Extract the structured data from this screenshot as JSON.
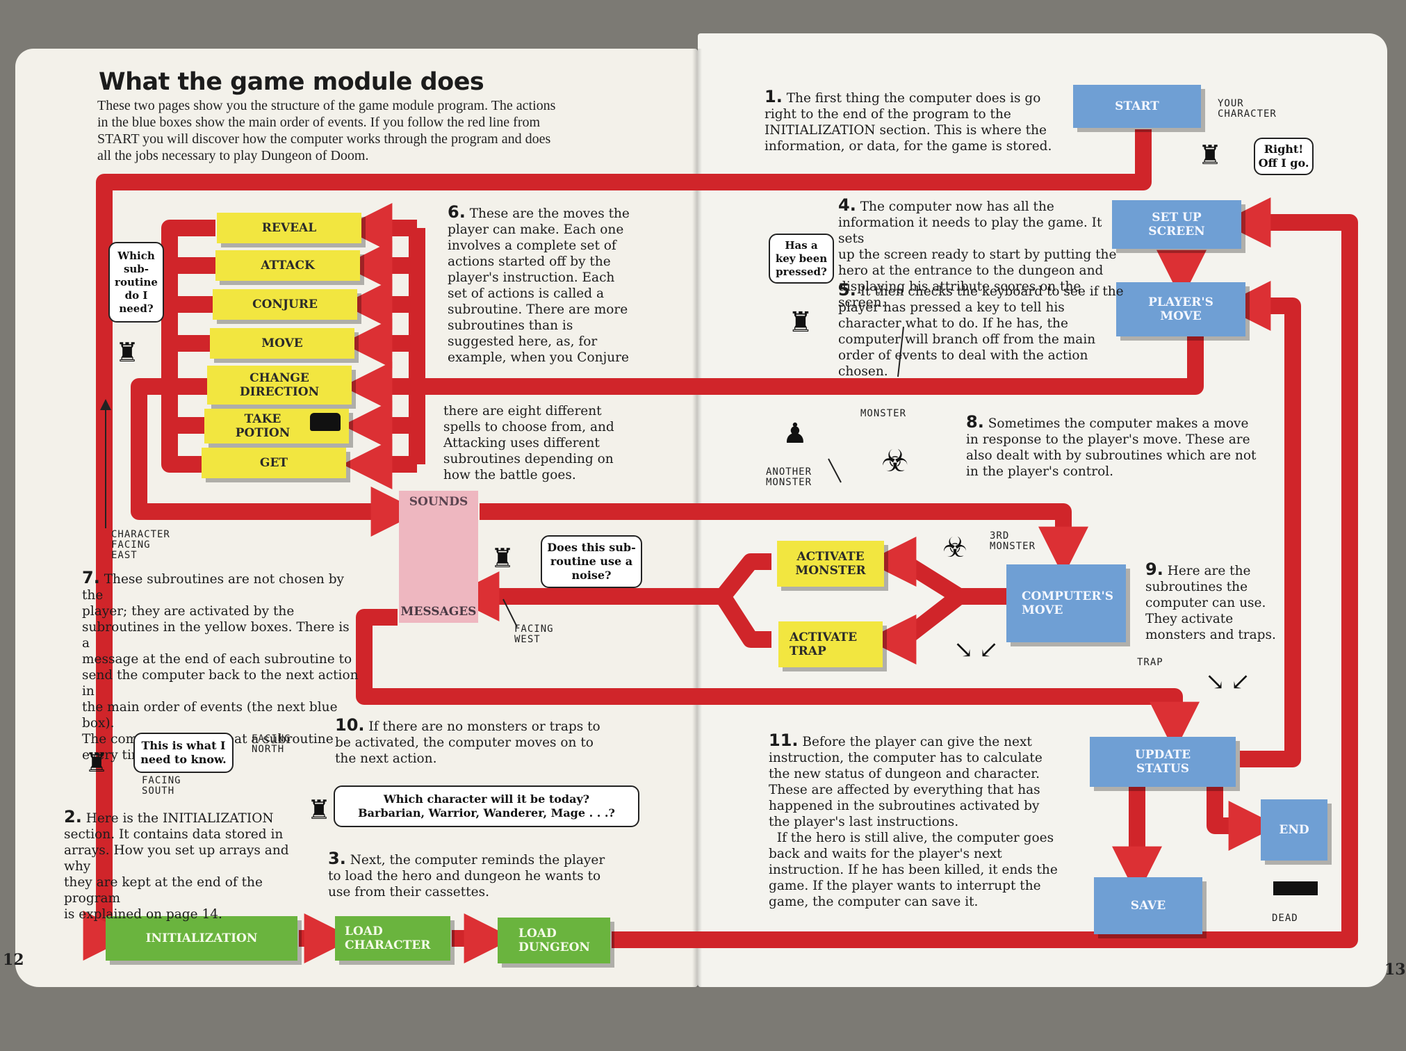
{
  "left_page": {
    "title": "What the game module does",
    "intro_lines": [
      "These two pages show you the structure of the game module program. The actions",
      "in the blue boxes show the main order of events. If you follow the red line from",
      "START you will discover how the computer works through the program and does",
      "all the jobs necessary to play Dungeon of Doom."
    ],
    "page_number": "12"
  },
  "right_page": {
    "page_number": "13"
  },
  "boxes": {
    "start": "START",
    "setup_screen": [
      "SET UP",
      "SCREEN"
    ],
    "players_move": [
      "PLAYER'S",
      "MOVE"
    ],
    "computers_move": [
      "COMPUTER'S",
      "MOVE"
    ],
    "update_status": [
      "UPDATE",
      "STATUS"
    ],
    "end": "END",
    "save": "SAVE",
    "reveal": "REVEAL",
    "attack": "ATTACK",
    "conjure": "CONJURE",
    "move": "MOVE",
    "change_direction": [
      "CHANGE",
      "DIRECTION"
    ],
    "take_potion": [
      "TAKE",
      "POTION"
    ],
    "get": "GET",
    "sounds": "SOUNDS",
    "messages": "MESSAGES",
    "activate_monster": [
      "ACTIVATE",
      "MONSTER"
    ],
    "activate_trap": [
      "ACTIVATE",
      "TRAP"
    ],
    "initialization": "INITIALIZATION",
    "load_character": [
      "LOAD",
      "CHARACTER"
    ],
    "load_dungeon": [
      "LOAD",
      "DUNGEON"
    ]
  },
  "paragraphs": {
    "p1": {
      "num": "1.",
      "lines": [
        "The first thing the computer does is go",
        "right to the end of the program to the",
        "INITIALIZATION section. This is where the",
        "information, or data, for the game is stored."
      ]
    },
    "p2": {
      "num": "2.",
      "lines": [
        "Here is the INITIALIZATION",
        "section. It contains data stored in",
        "arrays. How you set up arrays and why",
        "they are kept at the end of the program",
        "is explained on page 14."
      ]
    },
    "p3": {
      "num": "3.",
      "lines": [
        "Next, the computer reminds the player",
        "to load the hero and dungeon he wants to",
        "use from their cassettes."
      ]
    },
    "p4": {
      "num": "4.",
      "lines": [
        "The computer now has all the",
        "information it needs to play the game. It sets",
        "up the screen ready to start by putting the",
        "hero at the entrance to the dungeon and",
        "displaying his attribute scores on the screen."
      ]
    },
    "p5": {
      "num": "5.",
      "lines": [
        "It then checks the keyboard to see if the",
        "player has pressed a key to tell his",
        "character what to do. If he has, the",
        "computer will branch off from the main",
        "order of events to deal with the action chosen."
      ]
    },
    "p6": {
      "num": "6.",
      "lines": [
        "These are the moves the",
        "player can make. Each one",
        "involves a complete set of",
        "actions started off by the",
        "player's instruction. Each",
        "set of actions is called a",
        "subroutine. There are more",
        "subroutines than is",
        "suggested here, as, for",
        "example, when you Conjure"
      ]
    },
    "p6b": {
      "lines": [
        "there are eight different",
        "spells to choose from, and",
        "Attacking uses different",
        "subroutines depending on",
        "how the battle goes."
      ]
    },
    "p7": {
      "num": "7.",
      "lines": [
        "These subroutines are not chosen by the",
        "player; they are activated by the",
        "subroutines in the yellow boxes. There is a",
        "message at the end of each subroutine to",
        "send the computer back to the next action in",
        "the main order of events (the next blue box).",
        "The computer will repeat a subroutine",
        "every time it is told to."
      ]
    },
    "p8": {
      "num": "8.",
      "lines": [
        "Sometimes the computer makes a move",
        "in response to the player's move. These are",
        "also dealt with by subroutines which are not",
        "in the player's control."
      ]
    },
    "p9": {
      "num": "9.",
      "lines": [
        "Here are the",
        "subroutines the",
        "computer can use.",
        "They activate",
        "monsters and traps."
      ]
    },
    "p10": {
      "num": "10.",
      "lines": [
        "If there are no monsters or traps to",
        "be activated, the computer moves on to",
        "the next action."
      ]
    },
    "p11": {
      "num": "11.",
      "lines": [
        "Before the player can give the next",
        "instruction, the computer has to calculate",
        "the new status of dungeon and character.",
        "These are affected by everything that has",
        "happened in the subroutines activated by",
        "the player's last instructions.",
        "  If the hero is still alive, the computer goes",
        "back and waits for the player's next",
        "instruction. If he has been killed, it ends the",
        "game. If the player wants to interrupt the",
        "game, the computer can save it."
      ]
    }
  },
  "bubbles": {
    "which_sub": [
      "Which",
      "sub-",
      "routine",
      "do I",
      "need?"
    ],
    "key_pressed": [
      "Has a",
      "key been",
      "pressed?"
    ],
    "right_off": [
      "Right!",
      "Off I go."
    ],
    "noise": [
      "Does this sub-",
      "routine use a",
      "noise?"
    ],
    "need_to_know": [
      "This is what I",
      "need to know."
    ],
    "which_character": [
      "Which character will it be today?",
      "Barbarian, Warrior, Wanderer, Mage . . .?"
    ]
  },
  "labels": {
    "your_character": [
      "YOUR",
      "CHARACTER"
    ],
    "monster": "MONSTER",
    "another_monster": [
      "ANOTHER",
      "MONSTER"
    ],
    "third_monster": [
      "3RD",
      "MONSTER"
    ],
    "trap": "TRAP",
    "dead": "DEAD",
    "facing_east": [
      "CHARACTER",
      "FACING",
      "EAST"
    ],
    "facing_west": [
      "FACING",
      "WEST"
    ],
    "facing_north": [
      "FACING",
      "NORTH"
    ],
    "facing_south": [
      "FACING",
      "SOUTH"
    ]
  },
  "colors": {
    "flow_red": "#dc3034",
    "main_blue": "#6f9fd4",
    "player_yellow": "#f2e640",
    "setup_green": "#6ab43e",
    "system_pink": "#eeb7c0"
  }
}
